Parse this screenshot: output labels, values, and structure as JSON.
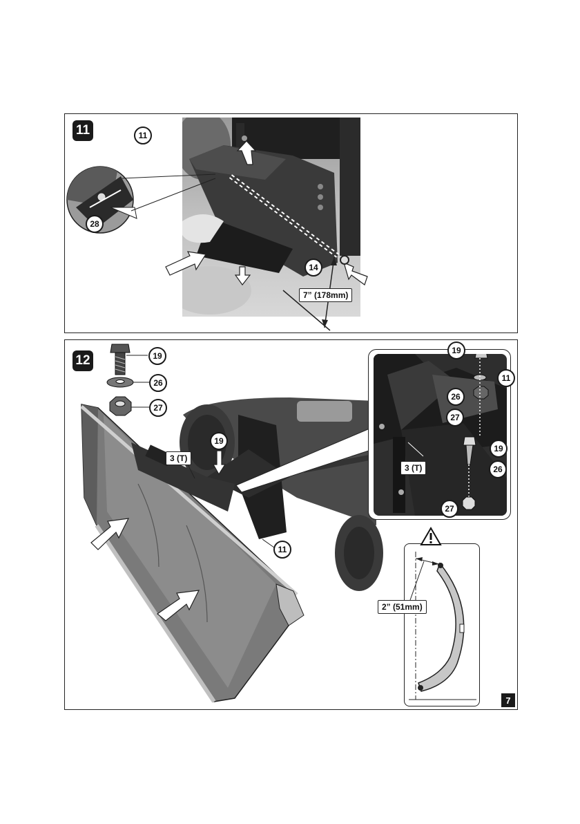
{
  "steps": [
    {
      "number": "11",
      "header_callout": "11",
      "callouts": {
        "bolt": "28",
        "rod": "14"
      },
      "measurement": "7” (178mm)"
    },
    {
      "number": "12",
      "parts": [
        {
          "id": "19",
          "icon": "bolt-icon"
        },
        {
          "id": "26",
          "icon": "washer-icon"
        },
        {
          "id": "27",
          "icon": "nut-icon"
        }
      ],
      "main_callouts": {
        "bolt": "19",
        "plate": "3 (T)",
        "mount": "11"
      },
      "inset_callouts": {
        "top_bolt": "19",
        "mount": "11",
        "top_washer": "26",
        "top_nut": "27",
        "plate": "3 (T)",
        "lower_bolt": "19",
        "lower_washer": "26",
        "lower_nut": "27"
      },
      "warning_icon": "warning-triangle-icon",
      "measurement": "2” (51mm)"
    }
  ],
  "page_number": "7"
}
